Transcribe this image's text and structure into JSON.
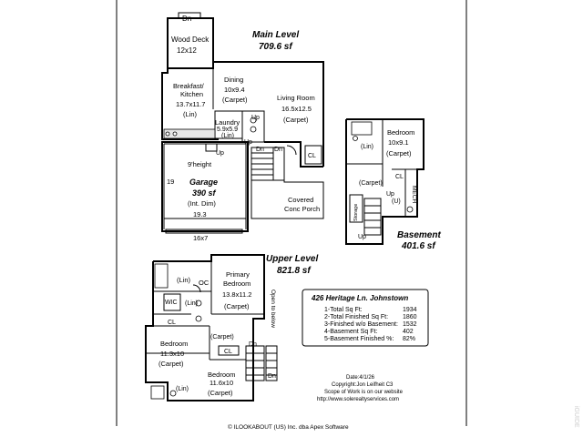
{
  "main_level": {
    "title": "Main Level",
    "area": "709.6 sf",
    "rooms": {
      "dn_top": "Dn",
      "wood_deck": "Wood Deck",
      "wood_deck_dim": "12x12",
      "dining": "Dining",
      "dining_dim": "10x9.4",
      "dining_floor": "(Carpet)",
      "breakfast": "Breakfast/",
      "kitchen": "Kitchen",
      "kitchen_dim": "13.7x11.7",
      "kitchen_floor": "(Lin)",
      "living": "Living Room",
      "living_dim": "16.5x12.5",
      "living_floor": "(Carpet)",
      "laundry": "Laundry",
      "laundry_dim": "5.9x5.9",
      "laundry_floor": "(Lin)",
      "up1": "Up",
      "up2": "Up",
      "up3": "Up",
      "dn1": "Dn",
      "dn2": "Dn",
      "cl": "CL",
      "porch1": "Covered",
      "porch2": "Conc Porch"
    },
    "garage": {
      "height": "9'height",
      "title": "Garage",
      "area": "390 sf",
      "note": "(Int. Dim)",
      "side": "19",
      "width": "19.3",
      "door": "16x7"
    }
  },
  "basement": {
    "title": "Basement",
    "area": "401.6 sf",
    "rooms": {
      "bedroom": "Bedroom",
      "bedroom_dim": "10x9.1",
      "bedroom_floor": "(Carpet)",
      "lin": "(Lin)",
      "carpet": "(Carpet)",
      "cl": "CL",
      "mech": "MECH",
      "u": "(U)",
      "storage": "Storage",
      "up1": "Up",
      "up2": "Up"
    }
  },
  "upper_level": {
    "title": "Upper Level",
    "area": "821.8 sf",
    "rooms": {
      "lin1": "(Lin)",
      "oc": "OC",
      "primary1": "Primary",
      "primary2": "Bedroom",
      "primary_dim": "13.8x11.2",
      "primary_floor": "(Carpet)",
      "wic": "WIC",
      "lin2": "(Lin)",
      "open": "Open to below",
      "cl1": "CL",
      "carpet_hall": "(Carpet)",
      "cl2": "CL",
      "bed2": "Bedroom",
      "bed2_dim": "11.3x10",
      "bed2_floor": "(Carpet)",
      "bed3": "Bedroom",
      "bed3_dim": "11.6x10",
      "bed3_floor": "(Carpet)",
      "lin3": "(Lin)",
      "dn1": "Dn",
      "dn2": "Dn"
    }
  },
  "info_box": {
    "address": "426 Heritage Ln. Johnstown",
    "rows": [
      {
        "label": "1-Total Sq Ft:",
        "value": "1934"
      },
      {
        "label": "2-Total Finished Sq Ft:",
        "value": "1860"
      },
      {
        "label": "3-Finished w/o Basement:",
        "value": "1532"
      },
      {
        "label": "4-Basement Sq Ft:",
        "value": "402"
      },
      {
        "label": "5-Basement Finished %:",
        "value": "82%"
      }
    ]
  },
  "credits": {
    "date": "Date:4/1/26",
    "copyright": "Copyright:Jon Leifheit C3",
    "scope1": "Scope of Work is on our website",
    "scope2": "http://www.solerealtyservices.com"
  },
  "footer": "© ILOOKABOUT (US) Inc. dba Apex Software",
  "side_mark": "iGUIDE"
}
